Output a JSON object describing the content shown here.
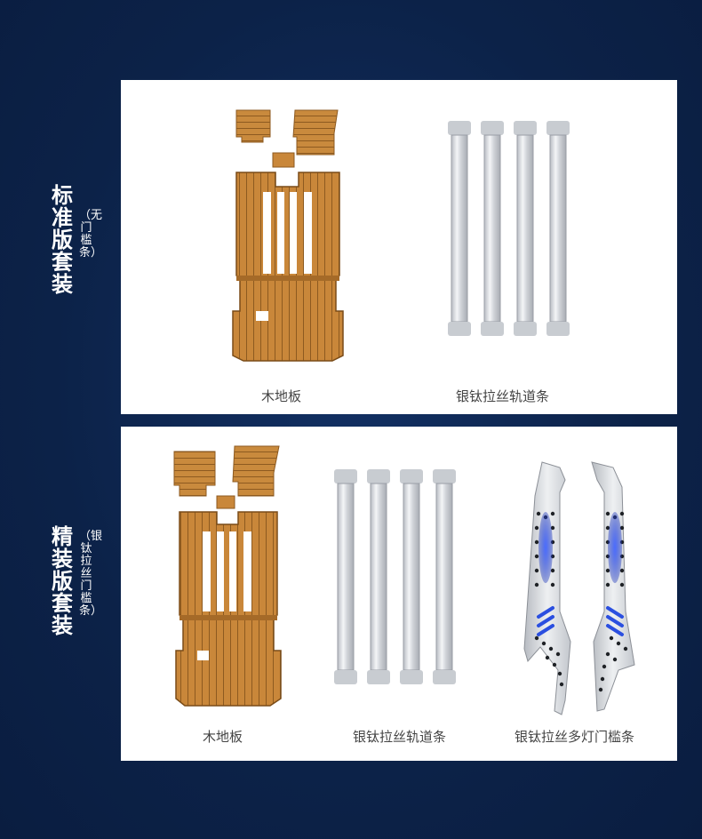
{
  "standard": {
    "title": "标准版套装",
    "subtitle": "（无门槛条）",
    "items": [
      {
        "label": "木地板",
        "icon": "wood-floor-icon"
      },
      {
        "label": "银钛拉丝轨道条",
        "icon": "rail-strip-icon"
      }
    ]
  },
  "premium": {
    "title": "精装版套装",
    "subtitle": "（银钛拉丝门槛条）",
    "items": [
      {
        "label": "木地板",
        "icon": "wood-floor-icon"
      },
      {
        "label": "银钛拉丝轨道条",
        "icon": "rail-strip-icon"
      },
      {
        "label": "银钛拉丝多灯门槛条",
        "icon": "lit-threshold-strip-icon"
      }
    ]
  },
  "colors": {
    "background": "#0c2248",
    "panel": "#ffffff",
    "wood": "#c9873a",
    "wood_dark": "#9a6221",
    "metal": "#d9dce0",
    "led": "#2b4fe0"
  }
}
